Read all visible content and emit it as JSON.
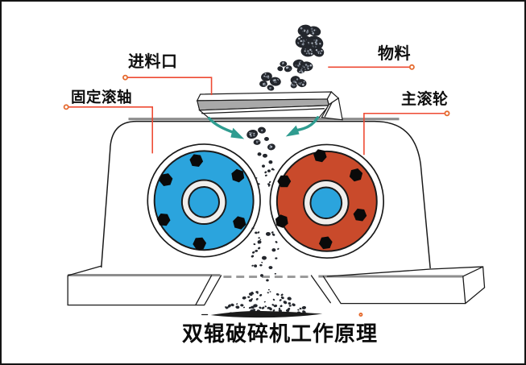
{
  "title": "双辊破碎机工作原理",
  "labels": {
    "feed_inlet": "进料口",
    "material": "物料",
    "fixed_roller": "固定滚轴",
    "main_roller": "主滚轮"
  },
  "icons": {
    "flow_arrow_left": "curved-arrow-down-right",
    "flow_arrow_right": "curved-arrow-down-left",
    "leader_dot": "small-orange-ring-dot"
  },
  "colors": {
    "roller-left-fill": "#2ba4dd",
    "roller-right-fill": "#c94a2b",
    "hub-fill": "#2ba4dd",
    "arrow": "#2f9c90",
    "leader": "#ee4a33",
    "leader-dot": "#e56a2e",
    "gray-band": "#8d8d8d",
    "dash-gray": "#9b9b9b",
    "plate-gray": "#a9a9a9",
    "ink": "#1a1a1a",
    "rock": "#23262c",
    "rock-speckle": "#8b93a0",
    "bolt": "#0a0a0a"
  }
}
